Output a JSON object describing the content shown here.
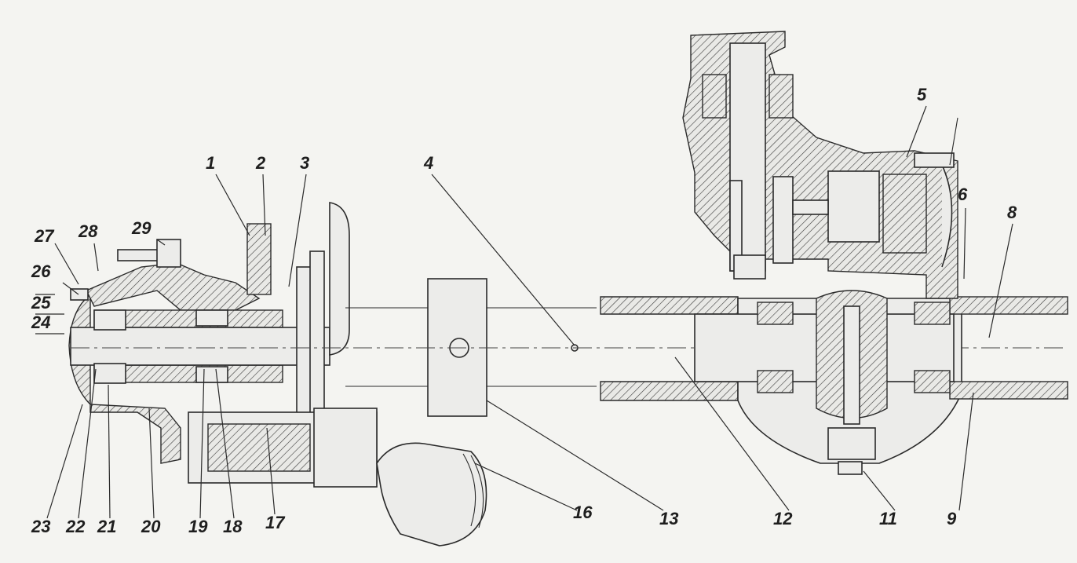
{
  "labels": [
    {
      "id": "1",
      "text": "1"
    },
    {
      "id": "2",
      "text": "2"
    },
    {
      "id": "3",
      "text": "3"
    },
    {
      "id": "4",
      "text": "4"
    },
    {
      "id": "5",
      "text": "5"
    },
    {
      "id": "6",
      "text": "6"
    },
    {
      "id": "8",
      "text": "8"
    },
    {
      "id": "9",
      "text": "9"
    },
    {
      "id": "11",
      "text": "11"
    },
    {
      "id": "12",
      "text": "12"
    },
    {
      "id": "13",
      "text": "13"
    },
    {
      "id": "16",
      "text": "16"
    },
    {
      "id": "17",
      "text": "17"
    },
    {
      "id": "18",
      "text": "18"
    },
    {
      "id": "19",
      "text": "19"
    },
    {
      "id": "20",
      "text": "20"
    },
    {
      "id": "21",
      "text": "21"
    },
    {
      "id": "22",
      "text": "22"
    },
    {
      "id": "23",
      "text": "23"
    },
    {
      "id": "24",
      "text": "24"
    },
    {
      "id": "25",
      "text": "25"
    },
    {
      "id": "26",
      "text": "26"
    },
    {
      "id": "27",
      "text": "27"
    },
    {
      "id": "28",
      "text": "28"
    },
    {
      "id": "29",
      "text": "29"
    }
  ]
}
